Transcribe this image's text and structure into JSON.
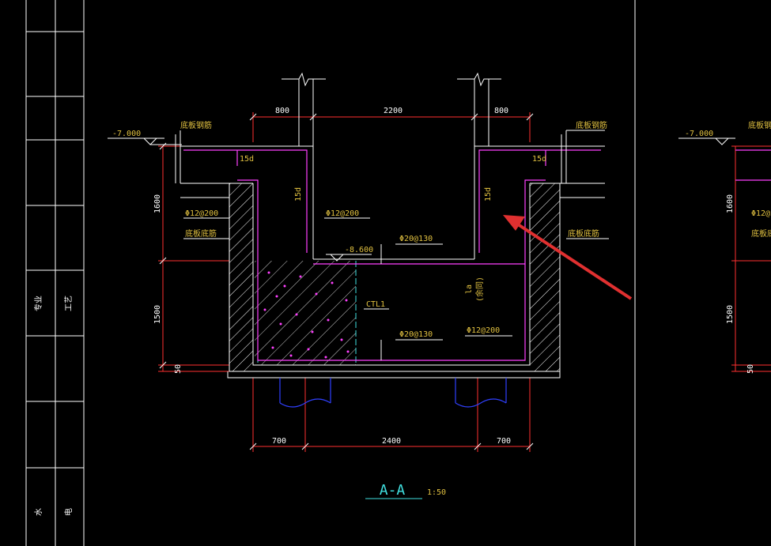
{
  "title_block": {
    "row_labels": [
      "专业",
      "工艺",
      "水",
      "电"
    ]
  },
  "section": {
    "title": "A-A",
    "scale": "1:50"
  },
  "dimensions": {
    "top_left": "800",
    "top_mid": "2200",
    "top_right": "800",
    "bottom_left": "700",
    "bottom_mid": "2400",
    "bottom_right": "700",
    "vert_upper": "1600",
    "vert_lower": "1500",
    "vert_base": "50"
  },
  "elevations": {
    "top": "-7.000",
    "pit": "-8.600"
  },
  "labels": {
    "bottom_slab_rebar": "底板钢筋",
    "bottom_slab_bottom": "底板底筋",
    "bar_15d": "15d",
    "phi12_200": "Φ12@200",
    "phi20_130": "Φ20@130",
    "la": "la",
    "la_note": "(余同)",
    "ctl": "CTL1"
  },
  "colors": {
    "background": "#000000",
    "dimension": "#ff3030",
    "outline": "#ffffff",
    "rebar": "#ff40ff",
    "text": "#e0c040",
    "cyan": "#40e0e0",
    "pile": "#3040ff",
    "arrow": "#e03030"
  }
}
